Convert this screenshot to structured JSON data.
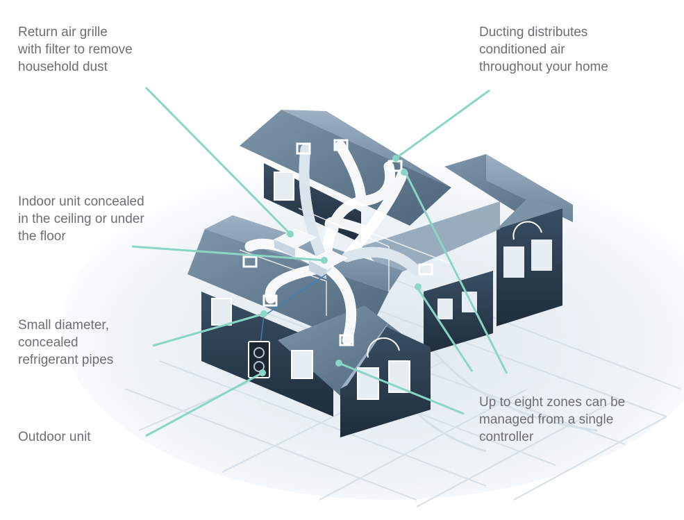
{
  "callouts": {
    "return_grille": "Return air grille\nwith filter to remove\nhousehold dust",
    "ducting": "Ducting distributes\nconditioned air\nthroughout your home",
    "indoor_unit": "Indoor unit concealed\nin the ceiling or under\nthe floor",
    "pipes": "Small diameter,\nconcealed\nrefrigerant pipes",
    "outdoor_unit": "Outdoor unit",
    "zones": "Up to eight zones can be\nmanaged from a single\ncontroller"
  },
  "colors": {
    "leader": "#8ad5c6",
    "roof": "#5b7389",
    "roof_light": "#9fb4c6",
    "wall": "#2c3e50",
    "duct": "#e9f1f6",
    "label": "#6d6e71"
  },
  "icons": [
    "house-illustration",
    "outdoor-unit-icon",
    "indoor-unit-icon",
    "vent-icon"
  ]
}
